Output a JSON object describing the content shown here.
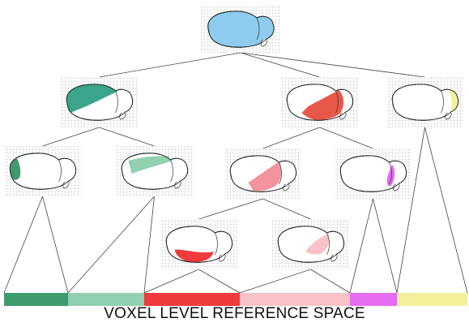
{
  "caption": "VOXEL LEVEL REFERENCE SPACE",
  "colors": {
    "root": "#8ecbee",
    "teal": "#3aa58a",
    "red": "#e8584a",
    "yellow": "#f3f09a",
    "dark_green": "#3f9a6e",
    "mint": "#8fd1b1",
    "pink": "#f3939e",
    "magenta": "#e46cf0",
    "red_bright": "#ef3b3b",
    "light_pink": "#f8c2c6"
  },
  "tree": {
    "root": {
      "id": "root",
      "fill": "root",
      "icon": "brain-whole-icon"
    },
    "level1": [
      {
        "id": "n1-teal",
        "fill": "teal",
        "icon": "brain-region-icon"
      },
      {
        "id": "n1-red",
        "fill": "red",
        "icon": "brain-region-icon"
      },
      {
        "id": "n1-yellow",
        "fill": "yellow",
        "icon": "brain-region-icon"
      }
    ],
    "level2": [
      {
        "id": "n2-dark-green",
        "fill": "dark_green",
        "icon": "brain-region-icon"
      },
      {
        "id": "n2-mint",
        "fill": "mint",
        "icon": "brain-region-icon"
      },
      {
        "id": "n2-pink",
        "fill": "pink",
        "icon": "brain-region-icon"
      },
      {
        "id": "n2-magenta",
        "fill": "magenta",
        "icon": "brain-region-icon"
      }
    ],
    "level3": [
      {
        "id": "n3-red",
        "fill": "red_bright",
        "icon": "brain-region-icon"
      },
      {
        "id": "n3-light-pink",
        "fill": "light_pink",
        "icon": "brain-region-icon"
      }
    ]
  },
  "reference_bar": [
    {
      "id": "seg-dark-green",
      "fill": "dark_green"
    },
    {
      "id": "seg-mint",
      "fill": "mint"
    },
    {
      "id": "seg-red",
      "fill": "red_bright"
    },
    {
      "id": "seg-light-pink",
      "fill": "light_pink"
    },
    {
      "id": "seg-magenta",
      "fill": "magenta"
    },
    {
      "id": "seg-yellow",
      "fill": "yellow"
    }
  ]
}
